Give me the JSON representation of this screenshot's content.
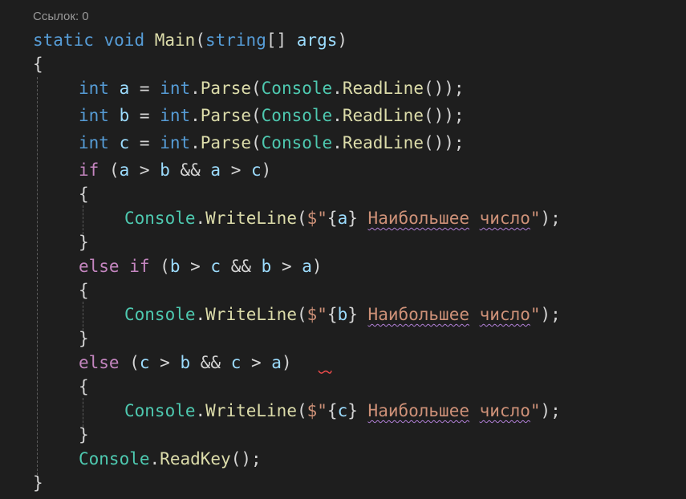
{
  "codelens": {
    "references": "Ссылок: 0"
  },
  "code": {
    "l1": {
      "static": "static",
      "void": "void",
      "main": "Main",
      "lp": "(",
      "string": "string",
      "arr": "[] ",
      "args": "args",
      "rp": ")"
    },
    "l2": {
      "brace": "{"
    },
    "l3": {
      "int1": "int",
      "a": "a",
      "eq": " = ",
      "int2": "int",
      "dot": ".",
      "parse": "Parse",
      "lp": "(",
      "console": "Console",
      "dot2": ".",
      "readline": "ReadLine",
      "end": "());"
    },
    "l4": {
      "int1": "int",
      "b": "b",
      "eq": " = ",
      "int2": "int",
      "dot": ".",
      "parse": "Parse",
      "lp": "(",
      "console": "Console",
      "dot2": ".",
      "readline": "ReadLine",
      "end": "());"
    },
    "l5": {
      "int1": "int",
      "c": "c",
      "eq": " = ",
      "int2": "int",
      "dot": ".",
      "parse": "Parse",
      "lp": "(",
      "console": "Console",
      "dot2": ".",
      "readline": "ReadLine",
      "end": "());"
    },
    "l6": {
      "if": "if",
      "lp": " (",
      "a1": "a",
      "gt1": " > ",
      "b": "b",
      "and": " && ",
      "a2": "a",
      "gt2": " > ",
      "c": "c",
      "rp": ")"
    },
    "l7": {
      "brace": "{"
    },
    "l8": {
      "console": "Console",
      "dot": ".",
      "writeline": "WriteLine",
      "lp": "(",
      "str1": "$\"",
      "ob": "{",
      "var": "a",
      "cb": "}",
      "sp": " ",
      "w1": "Наибольшее",
      "sp2": " ",
      "w2": "число",
      "str2": "\"",
      "end": ");"
    },
    "l9": {
      "brace": "}"
    },
    "l10": {
      "else": "else",
      "if": "if",
      "lp": " (",
      "b1": "b",
      "gt1": " > ",
      "c": "c",
      "and": " && ",
      "b2": "b",
      "gt2": " > ",
      "a": "a",
      "rp": ")"
    },
    "l11": {
      "brace": "{"
    },
    "l12": {
      "console": "Console",
      "dot": ".",
      "writeline": "WriteLine",
      "lp": "(",
      "str1": "$\"",
      "ob": "{",
      "var": "b",
      "cb": "}",
      "sp": " ",
      "w1": "Наибольшее",
      "sp2": " ",
      "w2": "число",
      "str2": "\"",
      "end": ");"
    },
    "l13": {
      "brace": "}"
    },
    "l14": {
      "else": "else",
      "lp": " (",
      "c1": "c",
      "gt1": " > ",
      "b": "b",
      "and": " && ",
      "c2": "c",
      "gt2": " > ",
      "a": "a",
      "rp": ")"
    },
    "l15": {
      "brace": "{"
    },
    "l16": {
      "console": "Console",
      "dot": ".",
      "writeline": "WriteLine",
      "lp": "(",
      "str1": "$\"",
      "ob": "{",
      "var": "c",
      "cb": "}",
      "sp": " ",
      "w1": "Наибольшее",
      "sp2": " ",
      "w2": "число",
      "str2": "\"",
      "end": ");"
    },
    "l17": {
      "brace": "}"
    },
    "l18": {
      "console": "Console",
      "dot": ".",
      "readkey": "ReadKey",
      "end": "();"
    },
    "l19": {
      "brace": "}"
    }
  },
  "colors": {
    "background": "#1e1e1e",
    "keyword": "#569cd6",
    "control": "#c586c0",
    "function": "#dcdcaa",
    "class": "#4ec9b0",
    "variable": "#9cdcfe",
    "string": "#ce9178",
    "spellcheck": "#b180d7",
    "error": "#f14c4c"
  }
}
